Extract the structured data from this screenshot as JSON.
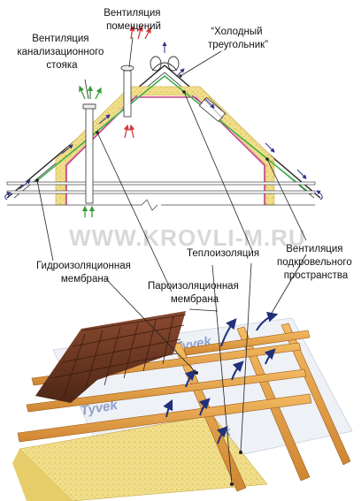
{
  "labels": {
    "vent_rooms": [
      "Вентиляция",
      "помещений"
    ],
    "vent_sewer": [
      "Вентиляция",
      "канализационного",
      "стояка"
    ],
    "cold_triangle": [
      "“Холодный",
      "треугольник”"
    ],
    "insulation": [
      "Теплоизоляция"
    ],
    "waterproof": [
      "Гидроизоляционная",
      "мембрана"
    ],
    "vapour": [
      "Пароизоляционная",
      "мембрана"
    ],
    "vent_roof": [
      "Вентиляция",
      "подкровельного",
      "пространства"
    ]
  },
  "watermark": "WWW.KROVLI-M.RU",
  "membrane_brand": "Tyvek",
  "colors": {
    "insulation": "#f3dc7a",
    "waterproof_line": "#3db04a",
    "vapour_line": "#c8408a",
    "airflow_arrow": "#2b2f8a",
    "warm_arrow": "#d23a3a",
    "exhaust_arrow": "#3a9a3a",
    "timber": "#e8a24a",
    "tiles": "#6a3a26"
  }
}
